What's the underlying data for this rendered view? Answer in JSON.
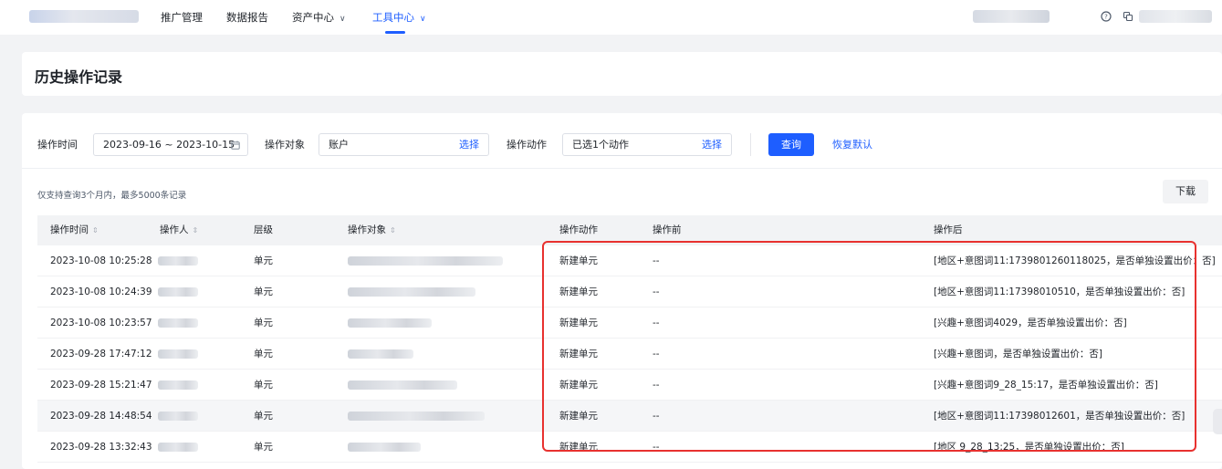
{
  "nav": {
    "items": [
      {
        "label": "推广管理",
        "has_dropdown": false,
        "active": false
      },
      {
        "label": "数据报告",
        "has_dropdown": false,
        "active": false
      },
      {
        "label": "资产中心",
        "has_dropdown": true,
        "active": false
      },
      {
        "label": "工具中心",
        "has_dropdown": true,
        "active": true
      }
    ],
    "icons": [
      "help-icon",
      "copy-icon"
    ],
    "dropdown_glyph": "∨",
    "help_glyph": "?",
    "copy_glyph": "⧉"
  },
  "page": {
    "title": "历史操作记录"
  },
  "filters": {
    "time_label": "操作时间",
    "time_value": "2023-09-16 ~ 2023-10-15",
    "calendar_glyph": "▭",
    "object_label": "操作对象",
    "object_value": "账户",
    "object_select": "选择",
    "action_label": "操作动作",
    "action_value": "已选1个动作",
    "action_select": "选择",
    "query_button": "查询",
    "reset_link": "恢复默认"
  },
  "note": "仅支持查询3个月内，最多5000条记录",
  "download_button": "下载",
  "table": {
    "headers": [
      "操作时间",
      "操作人",
      "层级",
      "操作对象",
      "操作动作",
      "操作前",
      "操作后"
    ],
    "sort_glyph": "⇕",
    "rows": [
      {
        "time": "2023-10-08 10:25:28",
        "level": "单元",
        "action": "新建单元",
        "before": "--",
        "after": "[地区+意图词11:1739801260118025，是否单独设置出价：否]"
      },
      {
        "time": "2023-10-08 10:24:39",
        "level": "单元",
        "action": "新建单元",
        "before": "--",
        "after": "[地区+意图词11:17398010510，是否单独设置出价：否]"
      },
      {
        "time": "2023-10-08 10:23:57",
        "level": "单元",
        "action": "新建单元",
        "before": "--",
        "after": "[兴趣+意图词4029，是否单独设置出价：否]"
      },
      {
        "time": "2023-09-28 17:47:12",
        "level": "单元",
        "action": "新建单元",
        "before": "--",
        "after": "[兴趣+意图词，是否单独设置出价：否]"
      },
      {
        "time": "2023-09-28 15:21:47",
        "level": "单元",
        "action": "新建单元",
        "before": "--",
        "after": "[兴趣+意图词9_28_15:17，是否单独设置出价：否]"
      },
      {
        "time": "2023-09-28 14:48:54",
        "level": "单元",
        "action": "新建单元",
        "before": "--",
        "after": "[地区+意图词11:17398012601，是否单独设置出价：否]"
      },
      {
        "time": "2023-09-28 13:32:43",
        "level": "单元",
        "action": "新建单元",
        "before": "--",
        "after": "[地区 9_28_13:25，是否单独设置出价：否]"
      }
    ]
  },
  "colors": {
    "accent": "#1e5eff",
    "highlight": "#e8312f"
  }
}
